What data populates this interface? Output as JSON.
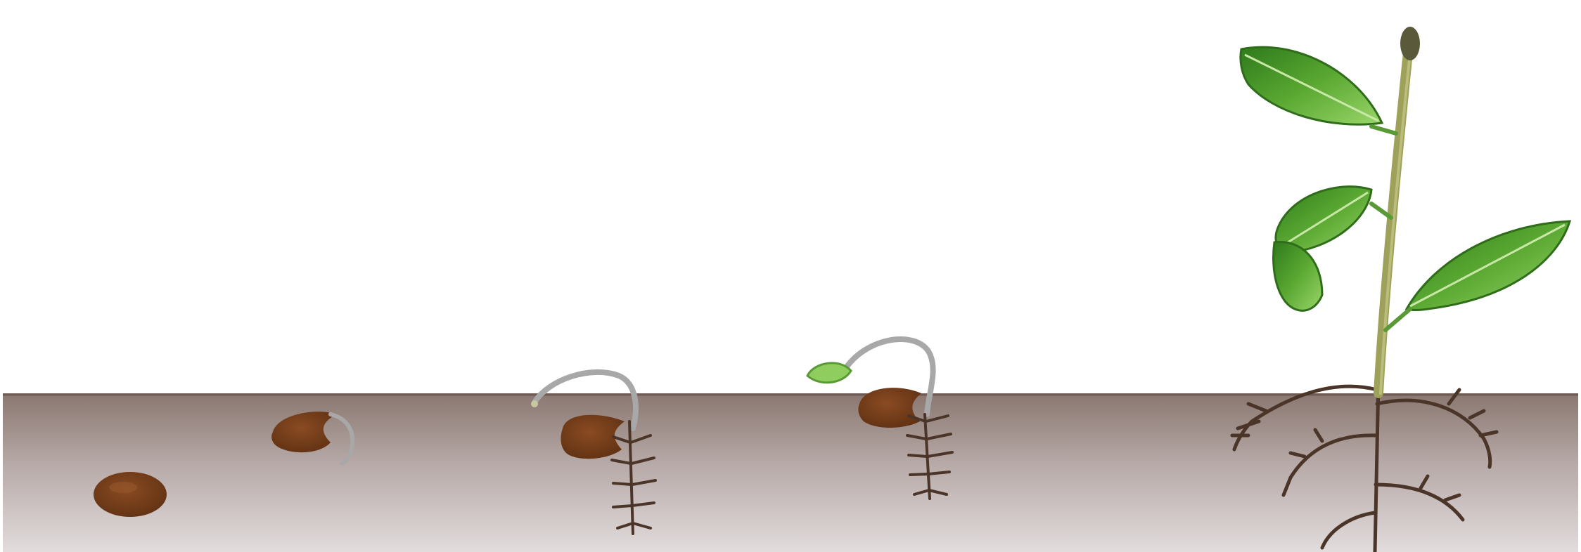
{
  "scene": {
    "subject": "seed-germination-stages",
    "stage_count": 5,
    "colors": {
      "background": "#ffffff",
      "soil_top": "#8c7870",
      "soil_bottom": "#d9d2d3",
      "seed": "#6e3a16",
      "seed_highlight": "#8a4b22",
      "stem": "#9ea15a",
      "leaf": "#4f9a2c",
      "leaf_light": "#8fce5e",
      "root": "#4a3528",
      "hypocotyl": "#a8a8a8"
    },
    "stages": [
      {
        "id": "seed"
      },
      {
        "id": "radicle-emerging"
      },
      {
        "id": "hook-and-roots"
      },
      {
        "id": "hypocotyl-arch"
      },
      {
        "id": "young-plant"
      }
    ]
  }
}
